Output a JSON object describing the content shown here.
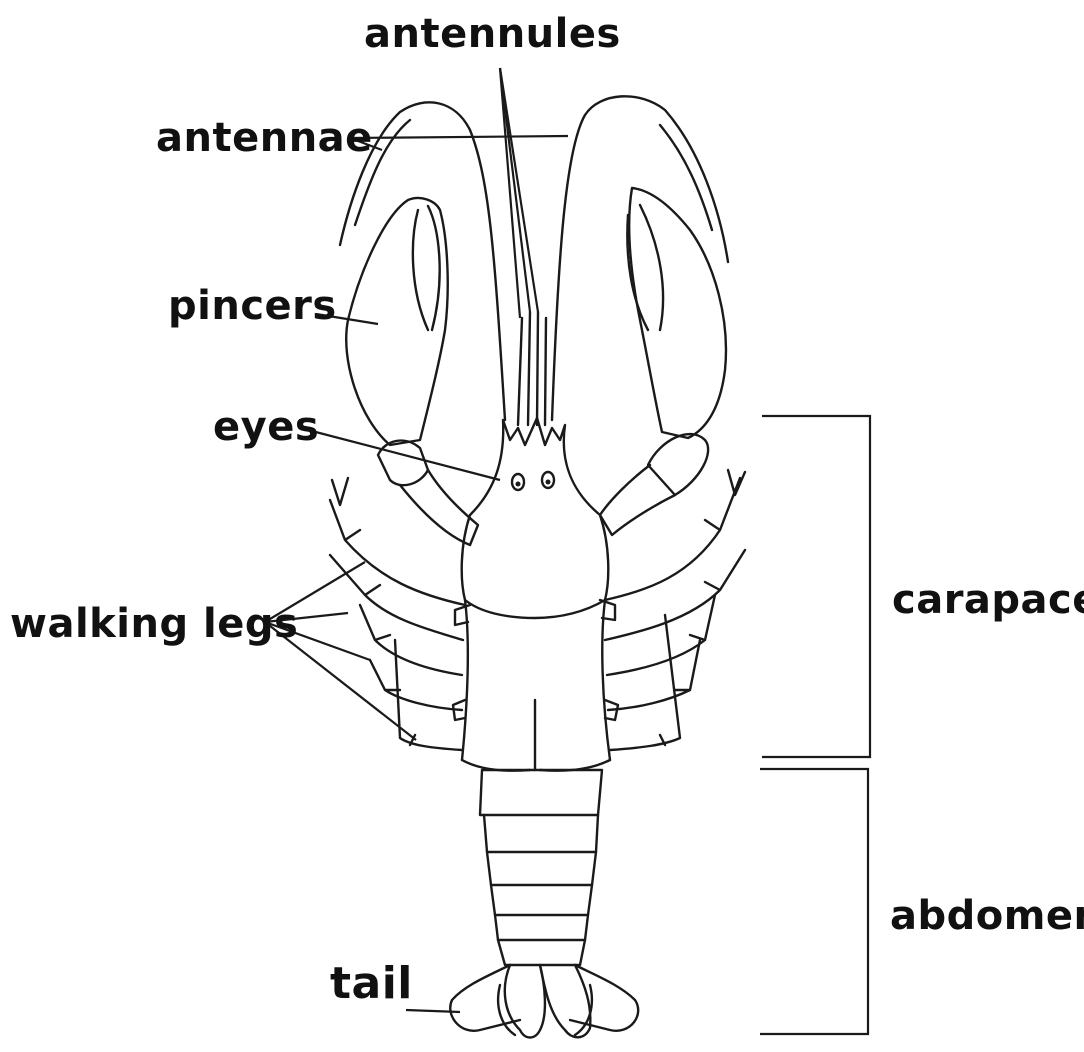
{
  "labels": {
    "antennules": "antennules",
    "antennae": "antennae",
    "pincers": "pincers",
    "eyes": "eyes",
    "walking_legs": "walking legs",
    "carapace": "carapace",
    "abdomen": "abdomen",
    "tail": "tail"
  },
  "colors": {
    "line": "#1a1a1a",
    "background": "#ffffff"
  }
}
